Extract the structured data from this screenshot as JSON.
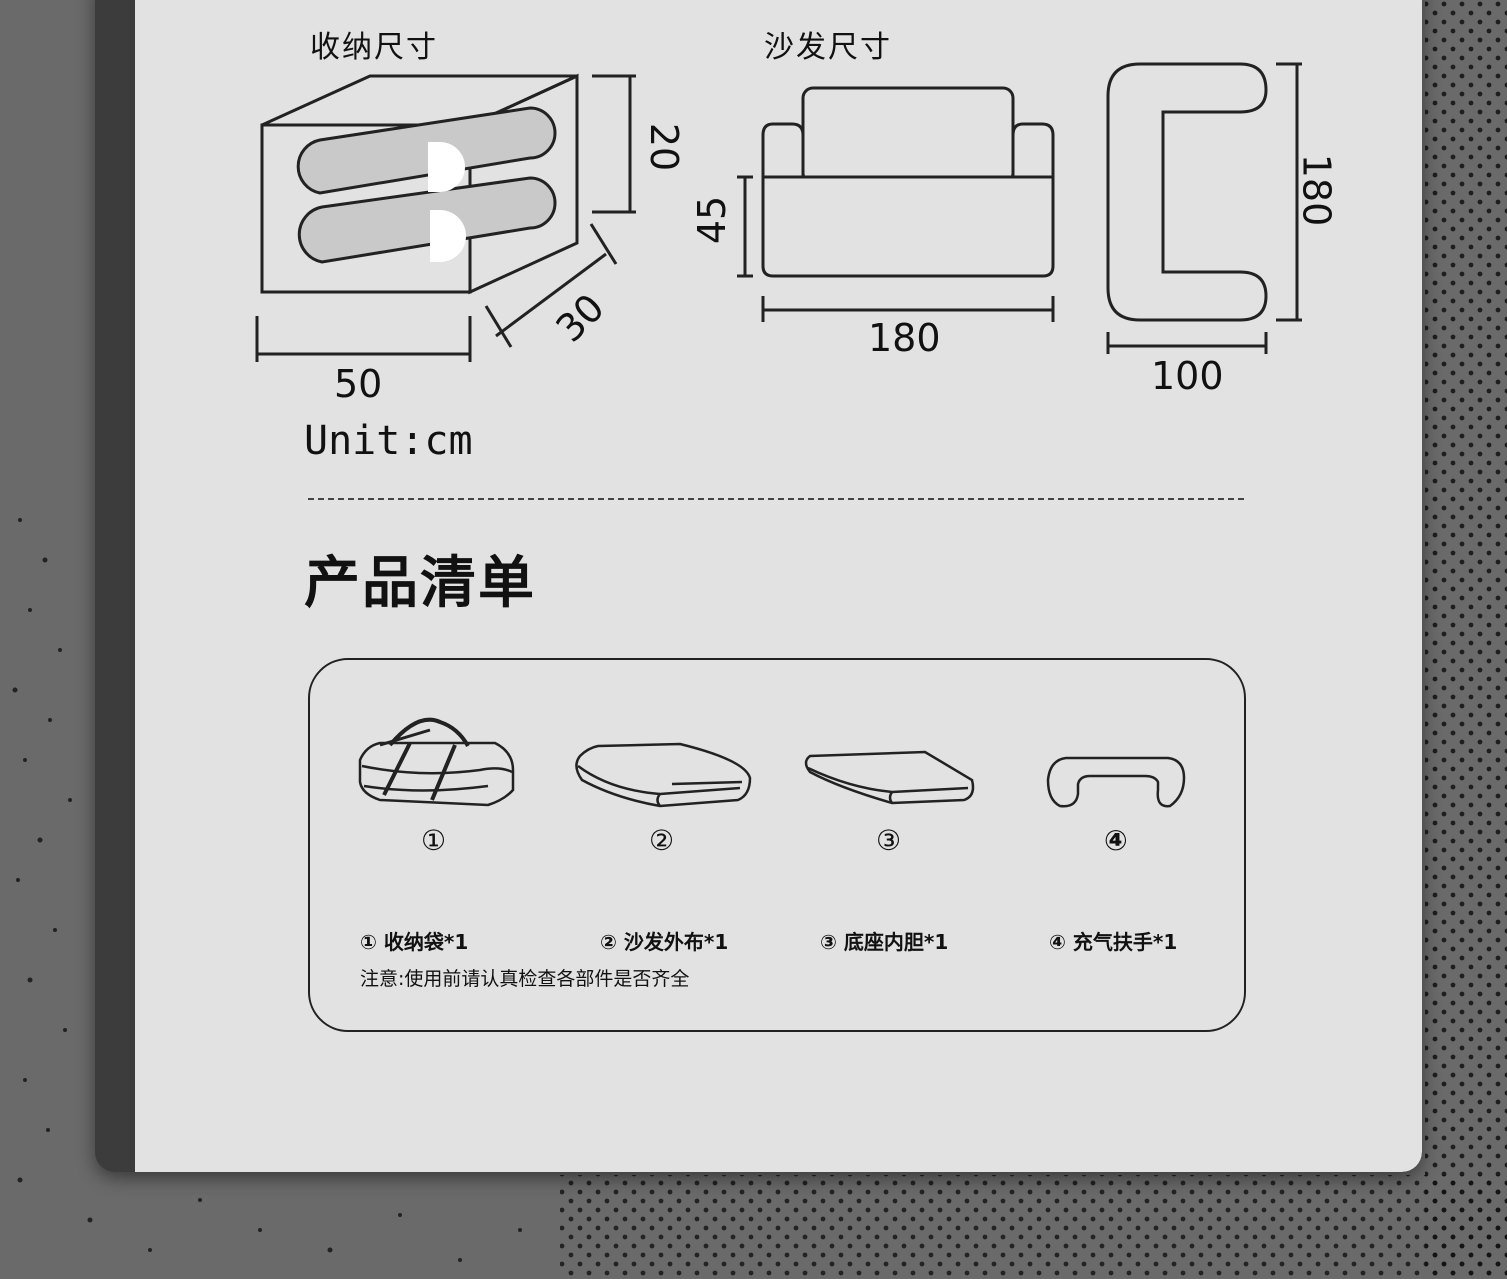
{
  "storage_size": {
    "label": "收纳尺寸",
    "width": "50",
    "depth": "30",
    "height": "20"
  },
  "sofa_size": {
    "label": "沙发尺寸",
    "seat_height": "45",
    "front_width": "180",
    "top_length": "180",
    "top_width": "100"
  },
  "unit": "Unit:cm",
  "product_list": {
    "title": "产品清单",
    "icon_numbers": [
      "①",
      "②",
      "③",
      "④"
    ],
    "items": [
      "① 收纳袋*1",
      "② 沙发外布*1",
      "③ 底座内胆*1",
      "④ 充气扶手*1"
    ],
    "note": "注意:使用前请认真检查各部件是否齐全"
  }
}
